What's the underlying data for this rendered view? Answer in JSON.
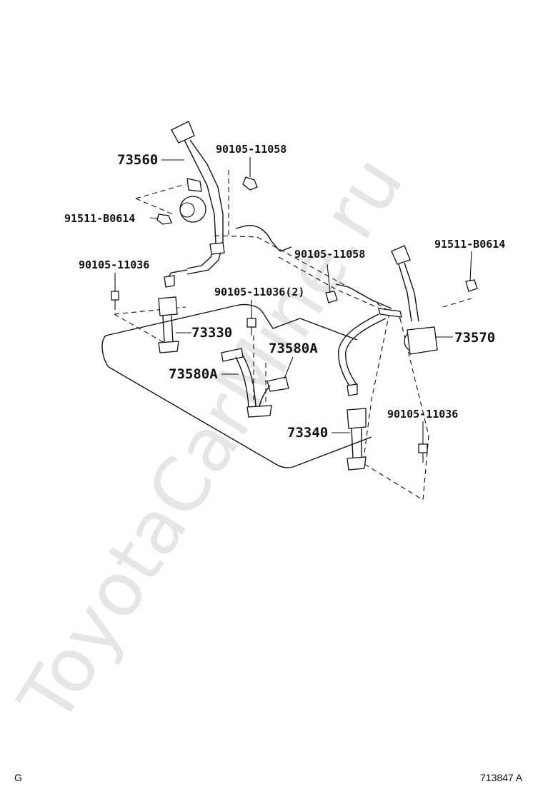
{
  "watermark": "ToyotaCarMine.ru",
  "labels": {
    "p73560": "73560",
    "p90105_11058_top": "90105-11058",
    "p91511_left": "91511-B0614",
    "p90105_11036_left": "90105-11036",
    "p90105_11058_mid": "90105-11058",
    "p91511_right": "91511-B0614",
    "p90105_11036_2": "90105-11036(2)",
    "p73330": "73330",
    "p73580A_right": "73580A",
    "p73580A_left": "73580A",
    "p73570": "73570",
    "p90105_11036_right": "90105-11036",
    "p73340": "73340"
  },
  "footer": {
    "left_code": "G",
    "right_code": "713847 A"
  }
}
